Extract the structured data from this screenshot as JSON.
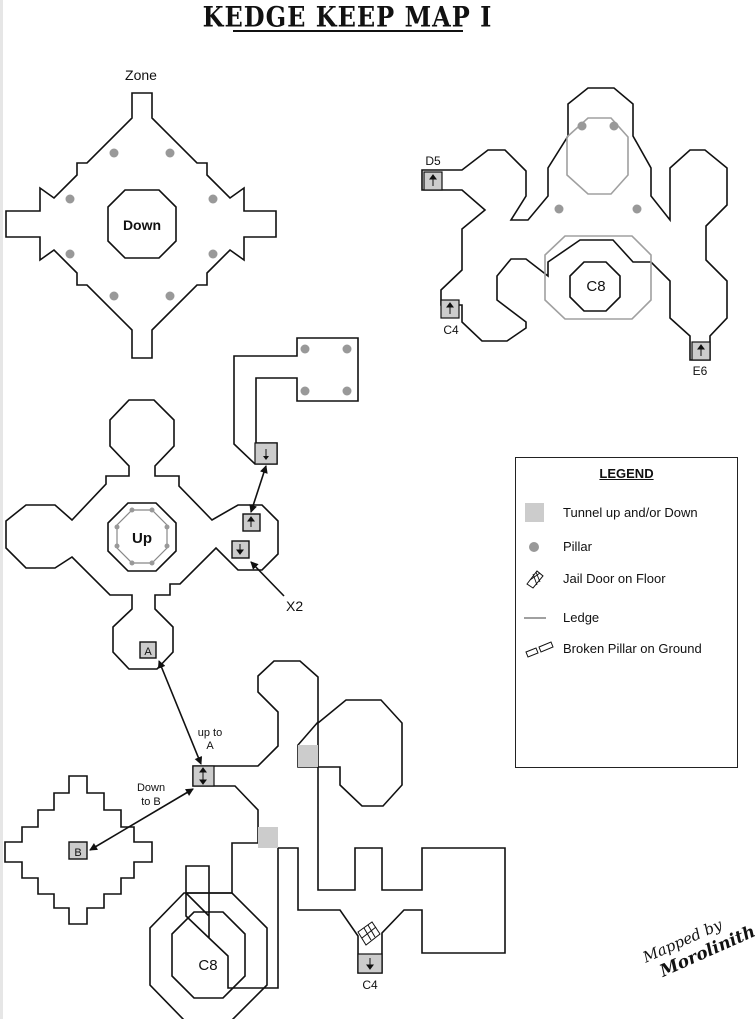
{
  "title": "KEDGE KEEP MAP I",
  "labels": {
    "zone": "Zone",
    "down": "Down",
    "up": "Up",
    "c8_top": "C8",
    "c8_bottom": "C8",
    "d5": "D5",
    "c4_top": "C4",
    "e6": "E6",
    "c4_bottom": "C4",
    "x2": "X2",
    "a": "A",
    "b": "B",
    "up_to": "up to",
    "up_to_target": "A",
    "down_to": "Down",
    "down_to_target": "to B"
  },
  "legend": {
    "title": "LEGEND",
    "items": [
      {
        "label": "Tunnel up and/or Down",
        "icon": "tunnel-square-icon"
      },
      {
        "label": "Pillar",
        "icon": "pillar-dot-icon"
      },
      {
        "label": "Jail Door on Floor",
        "icon": "jail-door-icon"
      },
      {
        "label": "Ledge",
        "icon": "ledge-line-icon"
      },
      {
        "label": "Broken Pillar on Ground",
        "icon": "broken-pillar-icon"
      }
    ]
  },
  "signature": {
    "line1": "Mapped by",
    "line2": "Morolinith"
  },
  "colors": {
    "wall": "#111111",
    "tunnel": "#cccccc",
    "pillar": "#999999",
    "ledge": "#a0a0a0"
  }
}
